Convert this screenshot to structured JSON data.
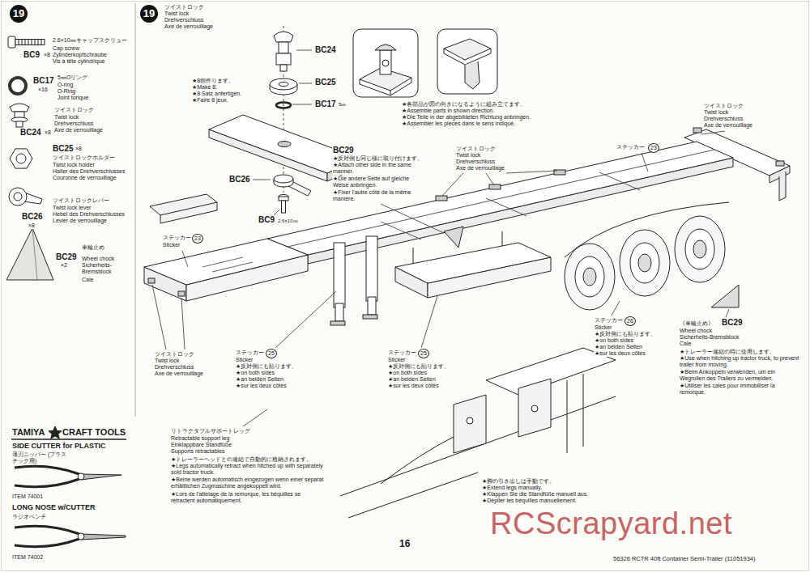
{
  "diagram": {
    "labels": [
      "19",
      "2.6×10㎜キャップスクリュー",
      "BC9",
      "×8",
      "Cap screw",
      "Zylinderkopfschraube",
      "Vis à tête cylindrique",
      "BC17",
      "×16",
      "5㎜Oリング",
      "O-ring",
      "O-Ring",
      "Joint torique",
      "ツイストロック",
      "Twist lock",
      "Drehverschluss",
      "Axe de verrouillage",
      "BC24",
      "×8",
      "BC25",
      "×8",
      "ツイストロックホルダー",
      "Twist lock holder",
      "Halter des Drehverschlusses",
      "Couronne de verrouillage",
      "BC26",
      "×8",
      "ツイストロックレバー",
      "Twist lock lever",
      "Hebel des Drehverschlusses",
      "Levier de verrouillage",
      "BC29",
      "×2",
      "車輪止め",
      "Wheel chock",
      "Sicherheits-Bremsblock",
      "Cale",
      "19",
      "ツイストロック",
      "Twist lock",
      "Drehverschluss",
      "Axe de verrouillage",
      "BC24",
      "BC25",
      "BC17",
      "5㎜",
      "★8個作ります。",
      "★Make 8.",
      "★8 Satz anfertigen.",
      "★Faire 8 jeux.",
      "BC26",
      "BC9",
      "2.6×10㎜",
      "★各部品が図の向きになるように組み立てます。",
      "★Assemble parts in shown direction.",
      "★Die Teile in der abgebildeten Richtung anbringen.",
      "★Assembler les pièces dans le sens indiqué.",
      "ツイストロック",
      "Twist lock",
      "Drehverschluss",
      "Axe de verrouillage",
      "ステッカー",
      "23",
      "ツイストロック",
      "Twist lock",
      "Drehverschluss",
      "Axe de verrouillage",
      "BC29",
      "★反対側も同じ様に取り付けます。",
      "★Attach other side in the same manner.",
      "★Die andere Seite auf gleiche Weise anbringen.",
      "★Fixer l'autre côté de la même manière.",
      "ステッカー",
      "23",
      "Sticker",
      "ツイストロック",
      "Twist lock",
      "Drehverschluss",
      "Axe de verrouillage",
      "ステッカー",
      "25",
      "Sticker",
      "★反対側にも貼ります。",
      "★on both sides",
      "★an beiden Seiten",
      "★sur les deux côtés",
      "ステッカー",
      "25",
      "Sticker",
      "★反対側にも貼ります。",
      "★on both sides",
      "★an beiden Seiten",
      "★sur les deux côtés",
      "ステッカー",
      "26",
      "Sticker",
      "★反対側にも貼ります。",
      "★on both sides",
      "★an beiden Seiten",
      "★sur les deux côtés",
      "《車輪止め》",
      "BC29",
      "Wheel chock",
      "Sicherheits-Bremsblock",
      "Cale",
      "★トレーラー連結の時に使用します。",
      "★Use when hitching up tractor truck, to prevent trailer from moving.",
      "★Beim Ankoppeln verwenden, um ein Wegrollen des Trailers zu vermeiden.",
      "★Utiliser les cales pour immobiliser la remorque.",
      "リトラクタブルサポートレッグ",
      "Retractable support leg",
      "Einklappbare Standfüße",
      "Supports rétractables",
      "★トレーラーヘッドとの連結で自動的に格納されます。",
      "★Legs automatically retract when hitched up with separately sold tractor truck.",
      "★Beine werden automatisch eingezogen wenn einer separat erhältlichen Zugmaschine angekoppelt wird.",
      "★Lors de l'attelage de la remorque, les béquilles se rétractent automatiquement.",
      "★脚の引き出しは手動です。",
      "★Extend legs manually.",
      "★Klappen Sie die Standfüße manuell aus.",
      "★Déplier les béquilles manuellement.",
      "TAMIYA",
      "CRAFT TOOLS",
      "SIDE CUTTER for PLASTIC",
      "薄刃ニッパー (プラスチック用)",
      "ITEM 74001",
      "LONG NOSE w/CUTTER",
      "ラジオペンチ",
      "ITEM 74002",
      "16",
      "56326 RCTR 40ft Container Semi-Trailer (11051934)",
      "RCScrapyard.net"
    ]
  }
}
